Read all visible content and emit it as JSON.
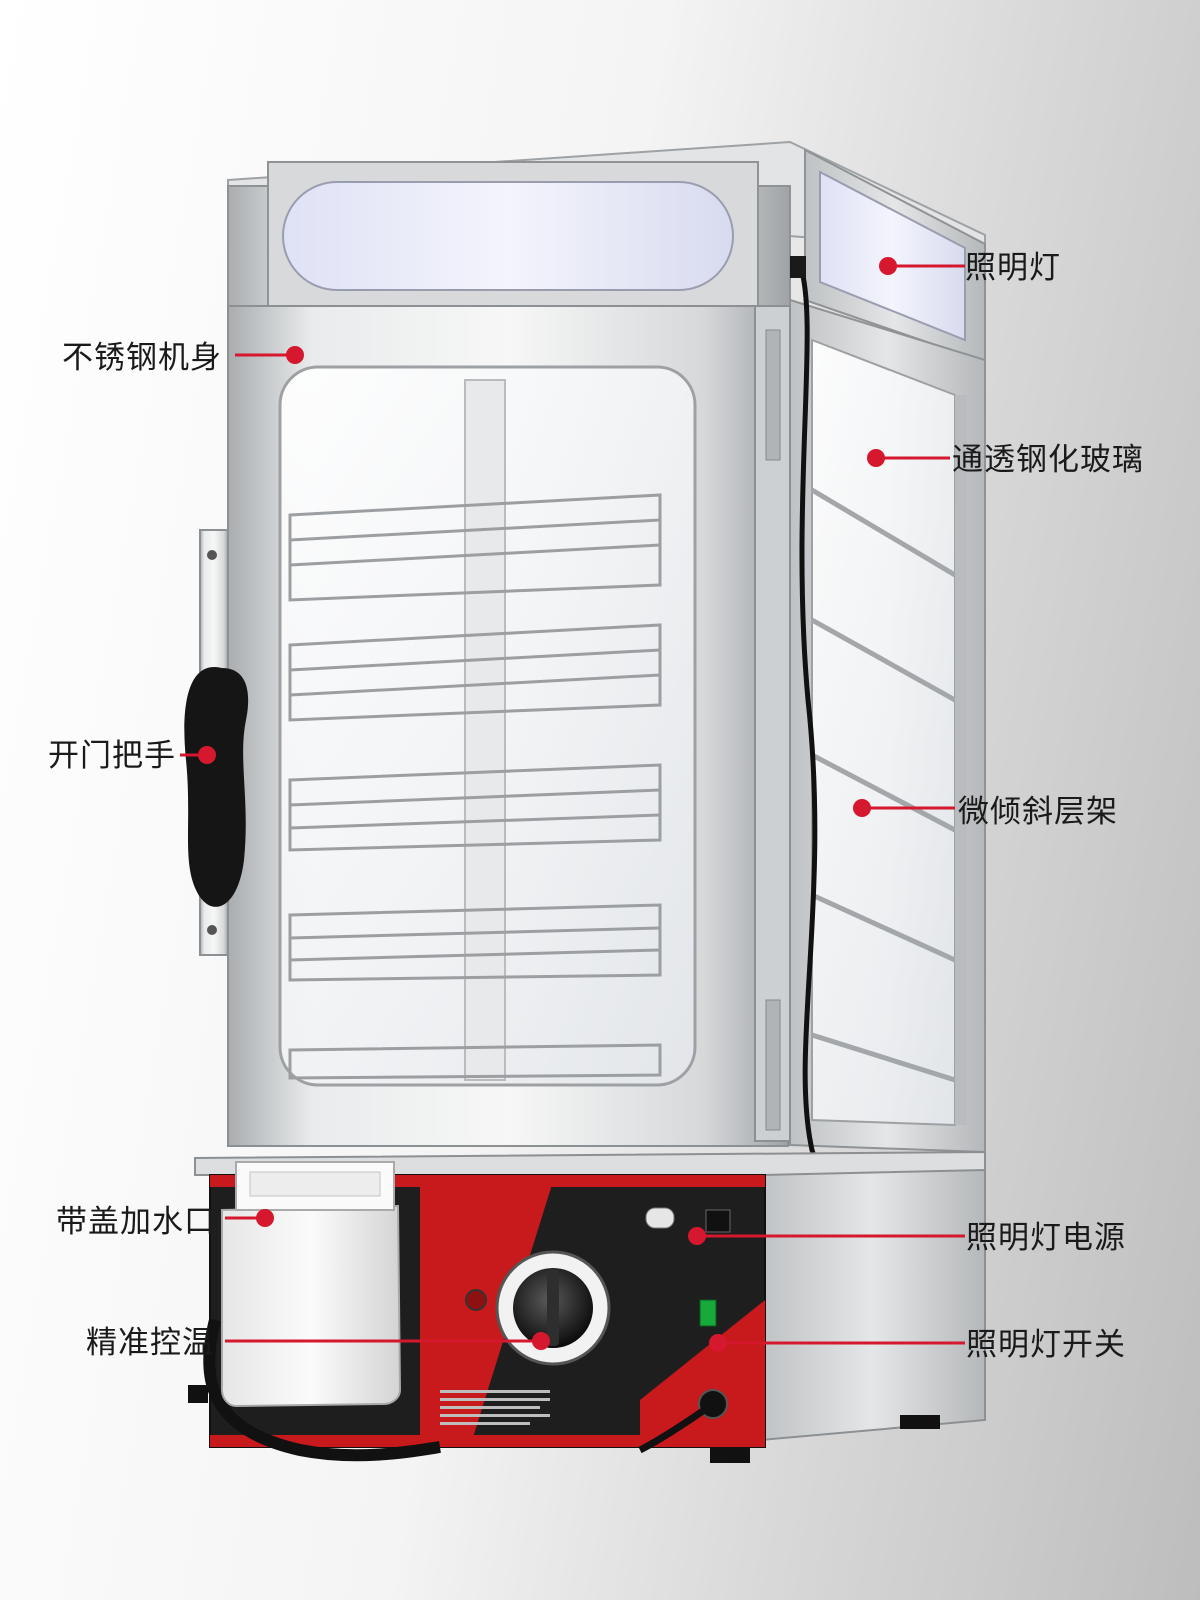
{
  "colors": {
    "callout_red": "#d5182d",
    "steel": "#cfd2d4",
    "panel_black": "#202020",
    "panel_red": "#c8191c"
  },
  "product": "food-steamer-display-cabinet",
  "callouts": [
    {
      "id": "lighting-lamp",
      "text": "照明灯"
    },
    {
      "id": "stainless-body",
      "text": "不锈钢机身"
    },
    {
      "id": "tempered-glass",
      "text": "通透钢化玻璃"
    },
    {
      "id": "door-handle",
      "text": "开门把手"
    },
    {
      "id": "tilted-shelves",
      "text": "微倾斜层架"
    },
    {
      "id": "water-inlet",
      "text": "带盖加水口"
    },
    {
      "id": "light-power",
      "text": "照明灯电源"
    },
    {
      "id": "temp-control",
      "text": "精准控温"
    },
    {
      "id": "light-switch",
      "text": "照明灯开关"
    }
  ]
}
